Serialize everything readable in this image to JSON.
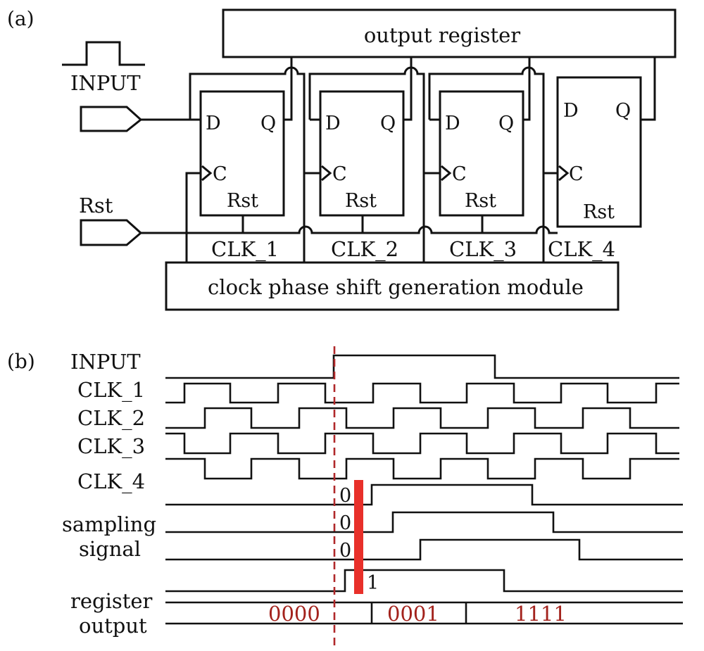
{
  "panel_a": {
    "label": "(a)",
    "output_register": "output register",
    "clock_module": "clock phase shift generation module",
    "input_label": "INPUT",
    "rst_label": "Rst",
    "flipflop": {
      "d": "D",
      "q": "Q",
      "c": "C",
      "rst": "Rst"
    },
    "clocks": [
      "CLK_1",
      "CLK_2",
      "CLK_3",
      "CLK_4"
    ]
  },
  "panel_b": {
    "label": "(b)",
    "signal_labels": [
      "INPUT",
      "CLK_1",
      "CLK_2",
      "CLK_3",
      "CLK_4"
    ],
    "sampling_label": [
      "sampling",
      "signal"
    ],
    "register_label": [
      "register",
      "output"
    ],
    "sample_values": [
      "0",
      "0",
      "0",
      "1"
    ],
    "register_values": [
      "0000",
      "0001",
      "1111"
    ],
    "colors": {
      "marker": "#e8302a",
      "dashed_line": "#b0282a",
      "values": "#a3221c"
    }
  }
}
